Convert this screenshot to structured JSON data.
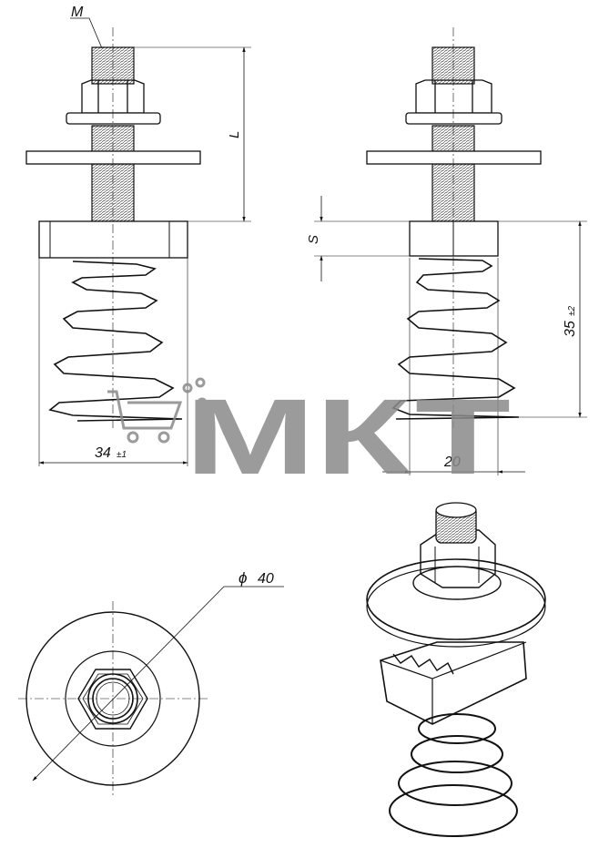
{
  "labels": {
    "thread": "M",
    "length": "L",
    "gap": "S",
    "height_value": "35",
    "height_tolerance": "±2",
    "width_value": "34",
    "width_tolerance": "±1",
    "offset": "20",
    "diameter": "40",
    "diameter_symbol": "ϕ"
  },
  "watermark": {
    "text": "МКТ",
    "color": "#8a8a8a"
  }
}
